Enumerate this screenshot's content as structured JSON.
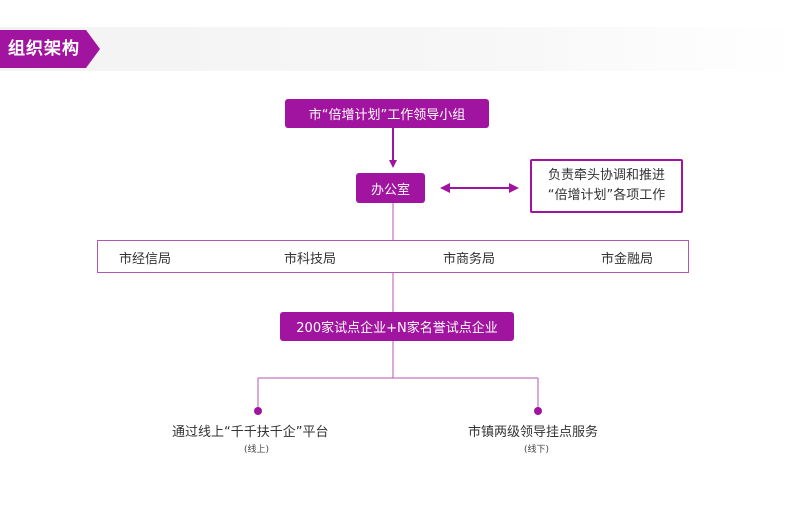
{
  "header": {
    "title": "组织架构"
  },
  "diagram": {
    "leading_group": "市“倍增计划”工作领导小组",
    "office": "办公室",
    "office_role_line1": "负责牵头协调和推进",
    "office_role_line2": "“倍增计划”各项工作",
    "bureaus": [
      "市经信局",
      "市科技局",
      "市商务局",
      "市金融局"
    ],
    "enterprises": "200家试点企业+N家名誉试点企业",
    "online_platform": "通过线上“千千扶千企”平台",
    "online_note": "(线上)",
    "offline_service": "市镇两级领导挂点服务",
    "offline_note": "(线下)"
  },
  "colors": {
    "accent": "#a1149f",
    "header_band": "#f3f3f3"
  }
}
